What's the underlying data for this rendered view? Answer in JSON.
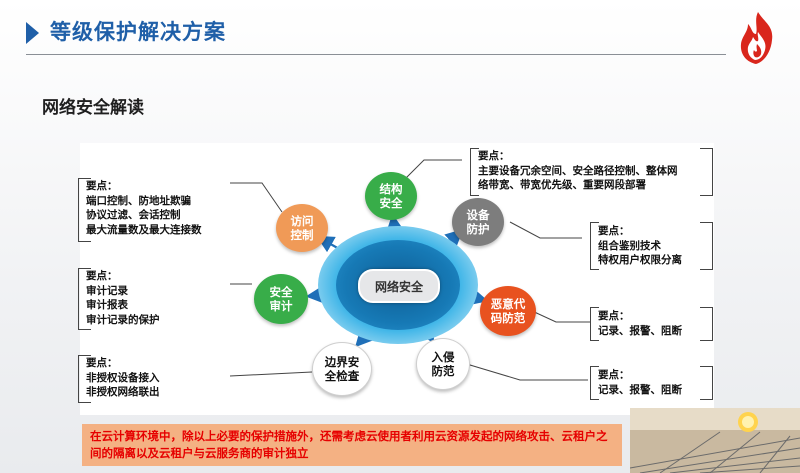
{
  "header": {
    "title": "等级保护解决方案"
  },
  "subtitle": "网络安全解读",
  "diagram": {
    "center": "网络安全",
    "nodes": [
      {
        "id": "structure",
        "lines": [
          "结构",
          "安全"
        ],
        "color": "#38ad49"
      },
      {
        "id": "device",
        "lines": [
          "设备",
          "防护"
        ],
        "color": "#7d7d7d"
      },
      {
        "id": "malware",
        "lines": [
          "恶意代",
          "码防范"
        ],
        "color": "#e8521f"
      },
      {
        "id": "intrusion",
        "lines": [
          "入侵",
          "防范"
        ],
        "color": "#ffffff"
      },
      {
        "id": "boundary",
        "lines": [
          "边界安",
          "全检查"
        ],
        "color": "#ffffff"
      },
      {
        "id": "audit",
        "lines": [
          "安全",
          "审计"
        ],
        "color": "#38ad49"
      },
      {
        "id": "access",
        "lines": [
          "访问",
          "控制"
        ],
        "color": "#f09a57"
      }
    ],
    "notes": {
      "access": {
        "header": "要点：",
        "items": [
          "端口控制、防地址欺骗",
          "协议过滤、会话控制",
          "最大流量数及最大连接数"
        ]
      },
      "structure": {
        "header": "要点：",
        "items": [
          "主要设备冗余空间、安全路径控制、整体网",
          "络带宽、带宽优先级、重要网段部署"
        ]
      },
      "device": {
        "header": "要点：",
        "items": [
          "组合鉴别技术",
          "特权用户权限分离"
        ]
      },
      "audit": {
        "header": "要点：",
        "items": [
          "审计记录",
          "审计报表",
          "审计记录的保护"
        ]
      },
      "malware": {
        "header": "要点：",
        "items": [
          "记录、报警、阻断"
        ]
      },
      "boundary": {
        "header": "要点：",
        "items": [
          "非授权设备接入",
          "非授权网络联出"
        ]
      },
      "intrusion": {
        "header": "要点：",
        "items": [
          "记录、报警、阻断"
        ]
      }
    }
  },
  "banner": {
    "text": "在云计算环境中，除以上必要的保护措施外，还需考虑云使用者利用云资源发起的网络攻击、云租户之间的隔离以及云租户与云服务商的审计独立"
  },
  "colors": {
    "accent": "#1f5fa8",
    "arrow": "#1f6fb8",
    "banner_bg": "#f4b183",
    "banner_text": "#e60000"
  }
}
